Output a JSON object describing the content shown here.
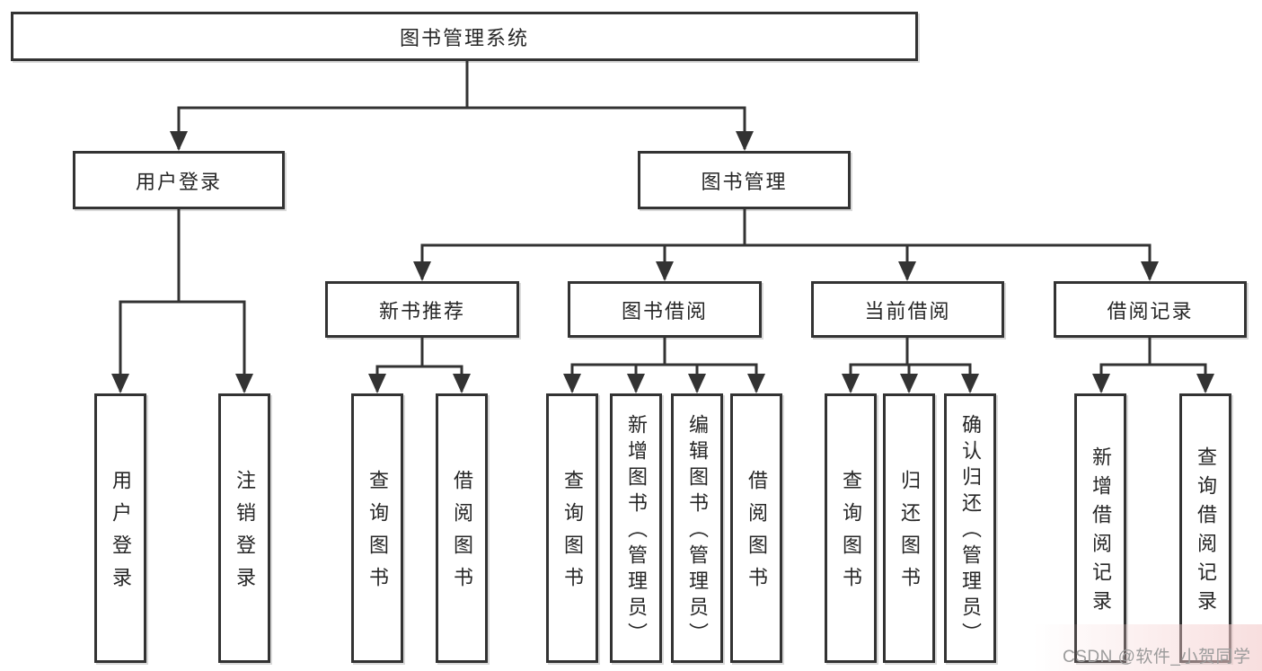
{
  "colors": {
    "line": "#333333",
    "box_border": "#333333",
    "text": "#262626",
    "watermark_text": "#9b9b9b",
    "watermark_wash": "#f4cdcd",
    "background": "#ffffff"
  },
  "watermark": {
    "text": "CSDN @软件_小贺同学"
  },
  "tree": {
    "root": {
      "label": "图书管理系统",
      "children": [
        {
          "label": "用户登录",
          "children": [
            {
              "label": "用户登录"
            },
            {
              "label": "注销登录"
            }
          ]
        },
        {
          "label": "图书管理",
          "children": [
            {
              "label": "新书推荐",
              "children": [
                {
                  "label": "查询图书"
                },
                {
                  "label": "借阅图书"
                }
              ]
            },
            {
              "label": "图书借阅",
              "children": [
                {
                  "label": "查询图书"
                },
                {
                  "label": "新增图书（管理员）"
                },
                {
                  "label": "编辑图书（管理员）"
                },
                {
                  "label": "借阅图书"
                }
              ]
            },
            {
              "label": "当前借阅",
              "children": [
                {
                  "label": "查询图书"
                },
                {
                  "label": "归还图书"
                },
                {
                  "label": "确认归还（管理员）"
                }
              ]
            },
            {
              "label": "借阅记录",
              "children": [
                {
                  "label": "新增借阅记录"
                },
                {
                  "label": "查询借阅记录"
                }
              ]
            }
          ]
        }
      ]
    }
  }
}
